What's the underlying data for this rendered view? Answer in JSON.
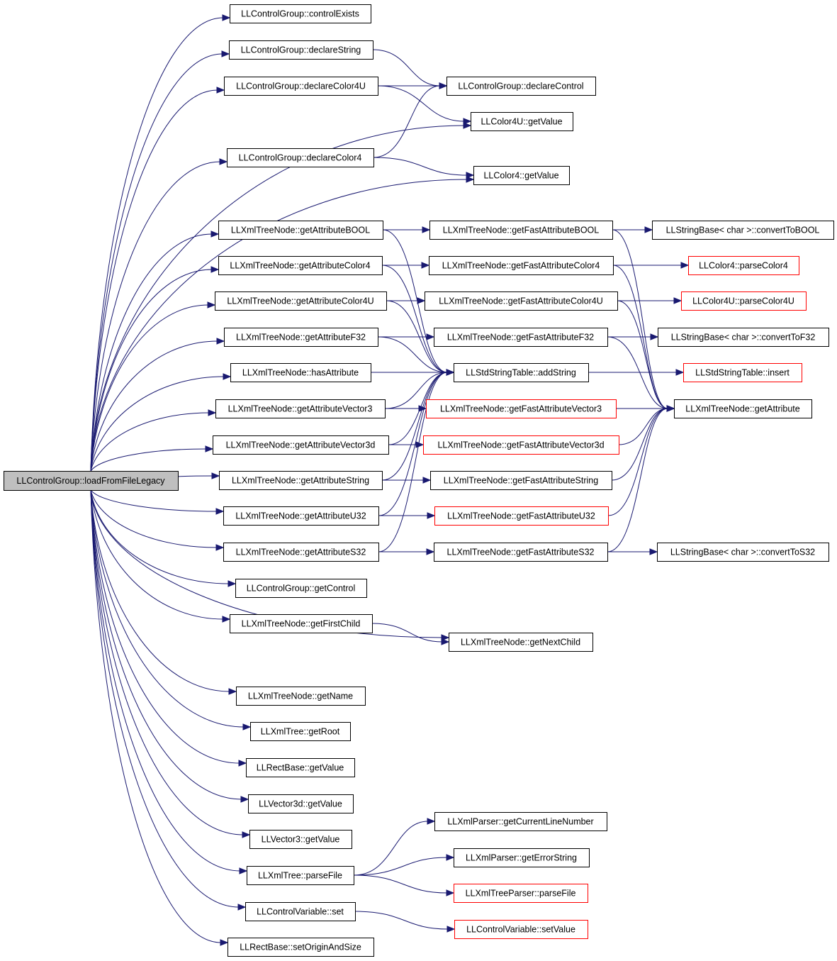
{
  "graph": {
    "nodes": [
      {
        "id": "root",
        "label": "LLControlGroup::loadFromFileLegacy",
        "style": "root"
      },
      {
        "id": "n1",
        "label": "LLControlGroup::controlExists",
        "style": "normal"
      },
      {
        "id": "n2",
        "label": "LLControlGroup::declareString",
        "style": "normal"
      },
      {
        "id": "n3",
        "label": "LLControlGroup::declareColor4U",
        "style": "normal"
      },
      {
        "id": "n4",
        "label": "LLControlGroup::declareControl",
        "style": "normal"
      },
      {
        "id": "n5",
        "label": "LLColor4U::getValue",
        "style": "normal"
      },
      {
        "id": "n6",
        "label": "LLControlGroup::declareColor4",
        "style": "normal"
      },
      {
        "id": "n7",
        "label": "LLColor4::getValue",
        "style": "normal"
      },
      {
        "id": "n8",
        "label": "LLXmlTreeNode::getAttributeBOOL",
        "style": "normal"
      },
      {
        "id": "n9",
        "label": "LLXmlTreeNode::getFastAttributeBOOL",
        "style": "normal"
      },
      {
        "id": "n10",
        "label": "LLStringBase< char >::convertToBOOL",
        "style": "normal"
      },
      {
        "id": "n11",
        "label": "LLXmlTreeNode::getAttributeColor4",
        "style": "normal"
      },
      {
        "id": "n12",
        "label": "LLXmlTreeNode::getFastAttributeColor4",
        "style": "normal"
      },
      {
        "id": "n13",
        "label": "LLColor4::parseColor4",
        "style": "red"
      },
      {
        "id": "n14",
        "label": "LLXmlTreeNode::getAttributeColor4U",
        "style": "normal"
      },
      {
        "id": "n15",
        "label": "LLXmlTreeNode::getFastAttributeColor4U",
        "style": "normal"
      },
      {
        "id": "n16",
        "label": "LLColor4U::parseColor4U",
        "style": "red"
      },
      {
        "id": "n17",
        "label": "LLXmlTreeNode::getAttributeF32",
        "style": "normal"
      },
      {
        "id": "n18",
        "label": "LLXmlTreeNode::getFastAttributeF32",
        "style": "normal"
      },
      {
        "id": "n19",
        "label": "LLStringBase< char >::convertToF32",
        "style": "normal"
      },
      {
        "id": "n20",
        "label": "LLXmlTreeNode::hasAttribute",
        "style": "normal"
      },
      {
        "id": "n21",
        "label": "LLStdStringTable::addString",
        "style": "normal"
      },
      {
        "id": "n22",
        "label": "LLStdStringTable::insert",
        "style": "red"
      },
      {
        "id": "n23",
        "label": "LLXmlTreeNode::getAttributeVector3",
        "style": "normal"
      },
      {
        "id": "n24",
        "label": "LLXmlTreeNode::getFastAttributeVector3",
        "style": "red"
      },
      {
        "id": "n25",
        "label": "LLXmlTreeNode::getAttribute",
        "style": "normal"
      },
      {
        "id": "n26",
        "label": "LLXmlTreeNode::getAttributeVector3d",
        "style": "normal"
      },
      {
        "id": "n27",
        "label": "LLXmlTreeNode::getFastAttributeVector3d",
        "style": "red"
      },
      {
        "id": "n28",
        "label": "LLXmlTreeNode::getAttributeString",
        "style": "normal"
      },
      {
        "id": "n29",
        "label": "LLXmlTreeNode::getFastAttributeString",
        "style": "normal"
      },
      {
        "id": "n30",
        "label": "LLXmlTreeNode::getAttributeU32",
        "style": "normal"
      },
      {
        "id": "n31",
        "label": "LLXmlTreeNode::getFastAttributeU32",
        "style": "red"
      },
      {
        "id": "n32",
        "label": "LLXmlTreeNode::getAttributeS32",
        "style": "normal"
      },
      {
        "id": "n33",
        "label": "LLXmlTreeNode::getFastAttributeS32",
        "style": "normal"
      },
      {
        "id": "n34",
        "label": "LLStringBase< char >::convertToS32",
        "style": "normal"
      },
      {
        "id": "n35",
        "label": "LLControlGroup::getControl",
        "style": "normal"
      },
      {
        "id": "n36",
        "label": "LLXmlTreeNode::getFirstChild",
        "style": "normal"
      },
      {
        "id": "n37",
        "label": "LLXmlTreeNode::getNextChild",
        "style": "normal"
      },
      {
        "id": "n38",
        "label": "LLXmlTreeNode::getName",
        "style": "normal"
      },
      {
        "id": "n39",
        "label": "LLXmlTree::getRoot",
        "style": "normal"
      },
      {
        "id": "n40",
        "label": "LLRectBase::getValue",
        "style": "normal"
      },
      {
        "id": "n41",
        "label": "LLVector3d::getValue",
        "style": "normal"
      },
      {
        "id": "n42",
        "label": "LLVector3::getValue",
        "style": "normal"
      },
      {
        "id": "n43",
        "label": "LLXmlParser::getCurrentLineNumber",
        "style": "normal"
      },
      {
        "id": "n44",
        "label": "LLXmlTree::parseFile",
        "style": "normal"
      },
      {
        "id": "n45",
        "label": "LLXmlParser::getErrorString",
        "style": "normal"
      },
      {
        "id": "n46",
        "label": "LLXmlTreeParser::parseFile",
        "style": "red"
      },
      {
        "id": "n47",
        "label": "LLControlVariable::set",
        "style": "normal"
      },
      {
        "id": "n48",
        "label": "LLControlVariable::setValue",
        "style": "red"
      },
      {
        "id": "n49",
        "label": "LLRectBase::setOriginAndSize",
        "style": "normal"
      }
    ],
    "edges": [
      [
        "root",
        "n1"
      ],
      [
        "root",
        "n2"
      ],
      [
        "root",
        "n3"
      ],
      [
        "root",
        "n5"
      ],
      [
        "root",
        "n6"
      ],
      [
        "root",
        "n7"
      ],
      [
        "root",
        "n8"
      ],
      [
        "root",
        "n11"
      ],
      [
        "root",
        "n14"
      ],
      [
        "root",
        "n17"
      ],
      [
        "root",
        "n20"
      ],
      [
        "root",
        "n23"
      ],
      [
        "root",
        "n26"
      ],
      [
        "root",
        "n28"
      ],
      [
        "root",
        "n30"
      ],
      [
        "root",
        "n32"
      ],
      [
        "root",
        "n35"
      ],
      [
        "root",
        "n36"
      ],
      [
        "root",
        "n37"
      ],
      [
        "root",
        "n38"
      ],
      [
        "root",
        "n39"
      ],
      [
        "root",
        "n40"
      ],
      [
        "root",
        "n41"
      ],
      [
        "root",
        "n42"
      ],
      [
        "root",
        "n44"
      ],
      [
        "root",
        "n47"
      ],
      [
        "root",
        "n49"
      ],
      [
        "n2",
        "n4"
      ],
      [
        "n3",
        "n4"
      ],
      [
        "n3",
        "n5"
      ],
      [
        "n6",
        "n4"
      ],
      [
        "n6",
        "n7"
      ],
      [
        "n8",
        "n9"
      ],
      [
        "n8",
        "n21"
      ],
      [
        "n9",
        "n10"
      ],
      [
        "n9",
        "n25"
      ],
      [
        "n11",
        "n12"
      ],
      [
        "n11",
        "n21"
      ],
      [
        "n12",
        "n13"
      ],
      [
        "n12",
        "n25"
      ],
      [
        "n14",
        "n15"
      ],
      [
        "n14",
        "n21"
      ],
      [
        "n15",
        "n16"
      ],
      [
        "n15",
        "n25"
      ],
      [
        "n17",
        "n18"
      ],
      [
        "n17",
        "n21"
      ],
      [
        "n18",
        "n19"
      ],
      [
        "n18",
        "n25"
      ],
      [
        "n20",
        "n21"
      ],
      [
        "n21",
        "n22"
      ],
      [
        "n23",
        "n24"
      ],
      [
        "n23",
        "n21"
      ],
      [
        "n24",
        "n25"
      ],
      [
        "n26",
        "n27"
      ],
      [
        "n26",
        "n21"
      ],
      [
        "n27",
        "n25"
      ],
      [
        "n28",
        "n29"
      ],
      [
        "n28",
        "n21"
      ],
      [
        "n29",
        "n25"
      ],
      [
        "n30",
        "n31"
      ],
      [
        "n30",
        "n21"
      ],
      [
        "n31",
        "n25"
      ],
      [
        "n32",
        "n33"
      ],
      [
        "n32",
        "n21"
      ],
      [
        "n33",
        "n34"
      ],
      [
        "n33",
        "n25"
      ],
      [
        "n36",
        "n37"
      ],
      [
        "n44",
        "n43"
      ],
      [
        "n44",
        "n45"
      ],
      [
        "n44",
        "n46"
      ],
      [
        "n47",
        "n48"
      ]
    ]
  },
  "colors": {
    "edge": "#191970",
    "node_border": "#000000",
    "highlight_border": "#ff0000",
    "root_fill": "#bfbfbf"
  }
}
